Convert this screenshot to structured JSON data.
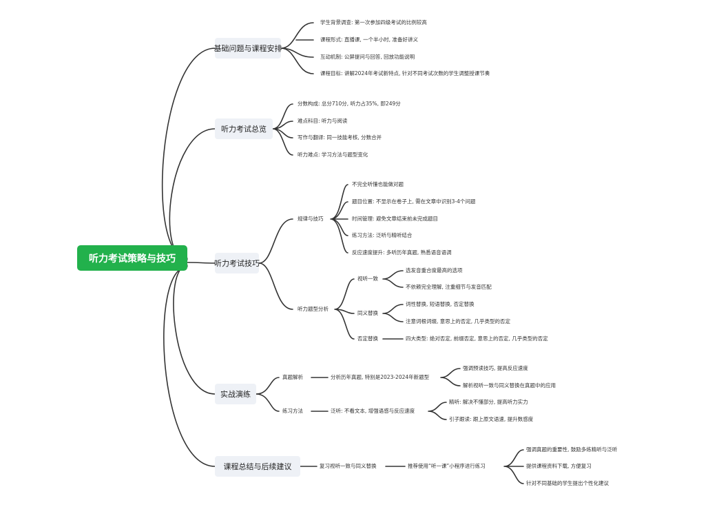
{
  "root": "听力考试策略与技巧",
  "branches": {
    "b1": {
      "title": "基础问题与课程安排",
      "leaves": [
        "学生背景调查: 第一次参加四级考试的比例较高",
        "课程形式: 直播课, 一个半小时, 准备好讲义",
        "互动机制: 公屏提问与回答, 回放功能说明",
        "课程目标: 讲解2024年考试新特点, 针对不同考试次数的学生调整授课节奏"
      ]
    },
    "b2": {
      "title": "听力考试总览",
      "leaves": [
        "分数构成: 总分710分, 听力占35%, 即249分",
        "难点科目: 听力与阅读",
        "写作与翻译: 同一技能考核, 分数合并",
        "听力难点: 学习方法与题型变化"
      ]
    },
    "b3": {
      "title": "听力考试技巧",
      "rules": {
        "label": "规律与技巧",
        "leaves": [
          "不完全听懂也能做对题",
          "题目位置: 不显示在卷子上, 需在文章中识别3-4个问题",
          "时间管理: 避免文章结束前未完成题目",
          "练习方法: 泛听与精听结合",
          "反应速度提升: 多听历年真题, 熟悉语音语调"
        ]
      },
      "types": {
        "label": "听力题型分析",
        "visual": {
          "label": "视听一致",
          "leaves": [
            "选发音重合度最高的选项",
            "不依赖完全理解, 注重细节与发音匹配"
          ]
        },
        "synonym": {
          "label": "同义替换",
          "leaves": [
            "词性替换, 短语替换, 否定替换",
            "注意词根词缀, 意思上的否定, 几乎类型的否定"
          ]
        },
        "negation": {
          "label": "否定替换",
          "leaves": [
            "四大类型: 绝对否定, 前缀否定, 意思上的否定, 几乎类型的否定"
          ]
        }
      }
    },
    "b4": {
      "title": "实战演练",
      "exam": {
        "label": "真题解析",
        "mid": "分析历年真题, 特别是2023-2024年新题型",
        "leaves": [
          "强调预读技巧, 提高反应速度",
          "解析视听一致与同义替换在真题中的应用"
        ]
      },
      "practice": {
        "label": "练习方法",
        "mid": "泛听: 不看文本, 增强语感与反应速度",
        "leaves": [
          "精听: 解决不懂部分, 提高听力实力",
          "引子跟读: 跟上原文语速, 提升数感度"
        ]
      }
    },
    "b5": {
      "title": "课程总结与后续建议",
      "chain1": "复习视听一致与同义替换",
      "chain2": "推荐使用“听一课”小程序进行练习",
      "leaves": [
        "强调真题的重要性, 鼓励多练精听与泛听",
        "提供课程资料下载, 方便复习",
        "针对不同基础的学生提出个性化建议"
      ]
    }
  }
}
